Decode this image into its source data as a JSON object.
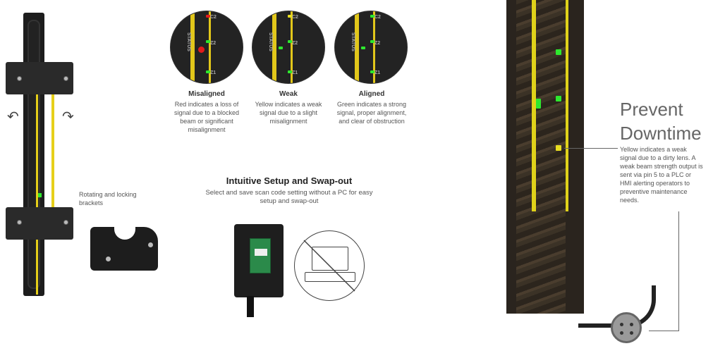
{
  "alignment_states": [
    {
      "title": "Misaligned",
      "description": "Red indicates a loss of signal due to a blocked beam or significant misalignment",
      "led_color": "#e21b1b"
    },
    {
      "title": "Weak",
      "description": "Yellow indicates a weak signal due to a slight misalignment",
      "led_color": "#e8dd20"
    },
    {
      "title": "Aligned",
      "description": "Green indicates a strong signal, proper alignment, and clear of obstruction",
      "led_color": "#2ee82e"
    }
  ],
  "circle_labels": {
    "status": "STATUS",
    "z1": "Z1",
    "z2": "Z2",
    "c2": "C2"
  },
  "brackets_caption": "Rotating and locking brackets",
  "setup": {
    "title": "Intuitive Setup and Swap-out",
    "subtitle": "Select and save scan code setting without a PC for easy setup and swap-out"
  },
  "prevent": {
    "title_line1": "Prevent",
    "title_line2": "Downtime",
    "text": "Yellow indicates a weak signal due to a dirty lens. A weak beam strength output is sent via pin 5 to a PLC or HMI alerting operators to preventive maintenance needs."
  },
  "icons": {
    "rotate_left": "rotate-left-arrow-icon",
    "rotate_right": "rotate-right-arrow-icon",
    "no_pc": "no-laptop-icon"
  },
  "colors": {
    "accent_yellow": "#e6cf19",
    "led_green": "#2ee82e",
    "led_red": "#e21b1b",
    "led_yellow": "#e8dd20"
  }
}
